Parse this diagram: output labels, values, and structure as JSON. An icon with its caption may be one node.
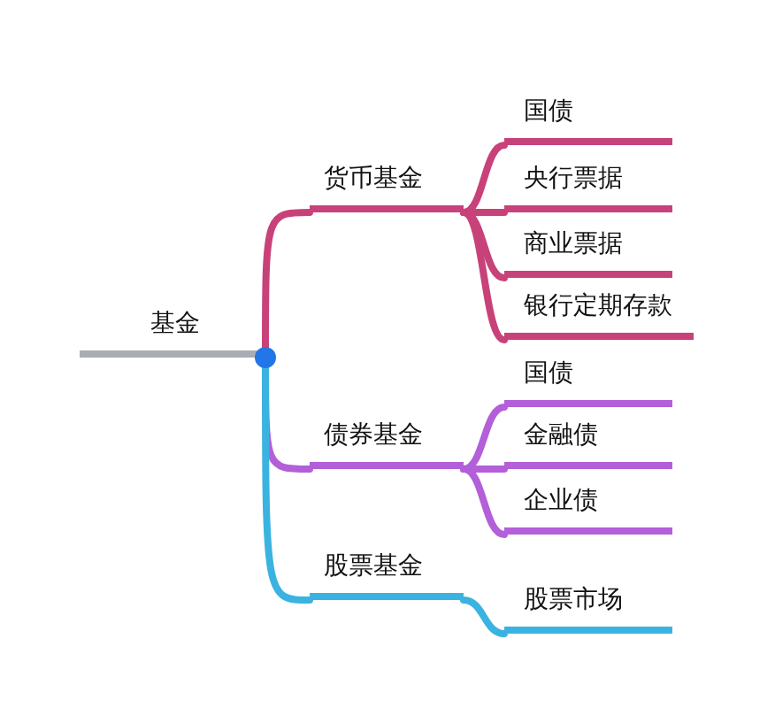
{
  "diagram": {
    "nodes": [
      {
        "text": [
          "基金"
        ]
      },
      {
        "text": [
          "货币基金"
        ]
      },
      {
        "text": [
          "国债"
        ]
      },
      {
        "text": [
          "央行票据"
        ]
      },
      {
        "text": [
          "商业票据"
        ]
      },
      {
        "text": [
          "银行定期存款"
        ]
      },
      {
        "text": [
          "债券基金"
        ]
      },
      {
        "text": [
          "国债"
        ]
      },
      {
        "text": [
          "金融债"
        ]
      },
      {
        "text": [
          "企业债"
        ]
      },
      {
        "text": [
          "股票基金"
        ]
      },
      {
        "text": [
          "股票市场"
        ]
      }
    ],
    "edges": [
      {
        "from": 0,
        "to": 1,
        "arrow": "none"
      },
      {
        "from": 1,
        "to": 2,
        "arrow": "none"
      },
      {
        "from": 1,
        "to": 3,
        "arrow": "none"
      },
      {
        "from": 1,
        "to": 4,
        "arrow": "none"
      },
      {
        "from": 1,
        "to": 5,
        "arrow": "none"
      },
      {
        "from": 0,
        "to": 6,
        "arrow": "none",
        "color": "#b25fd9"
      },
      {
        "from": 6,
        "to": 7,
        "arrow": "none",
        "color": "#b25fd9"
      },
      {
        "from": 6,
        "to": 8,
        "arrow": "none",
        "color": "#b25fd9"
      },
      {
        "from": 6,
        "to": 9,
        "arrow": "none",
        "color": "#b25fd9"
      },
      {
        "from": 0,
        "to": 10,
        "arrow": "none",
        "color": "#3bb3e0"
      },
      {
        "from": 10,
        "to": 11,
        "arrow": "none",
        "color": "#3bb3e0"
      }
    ]
  }
}
